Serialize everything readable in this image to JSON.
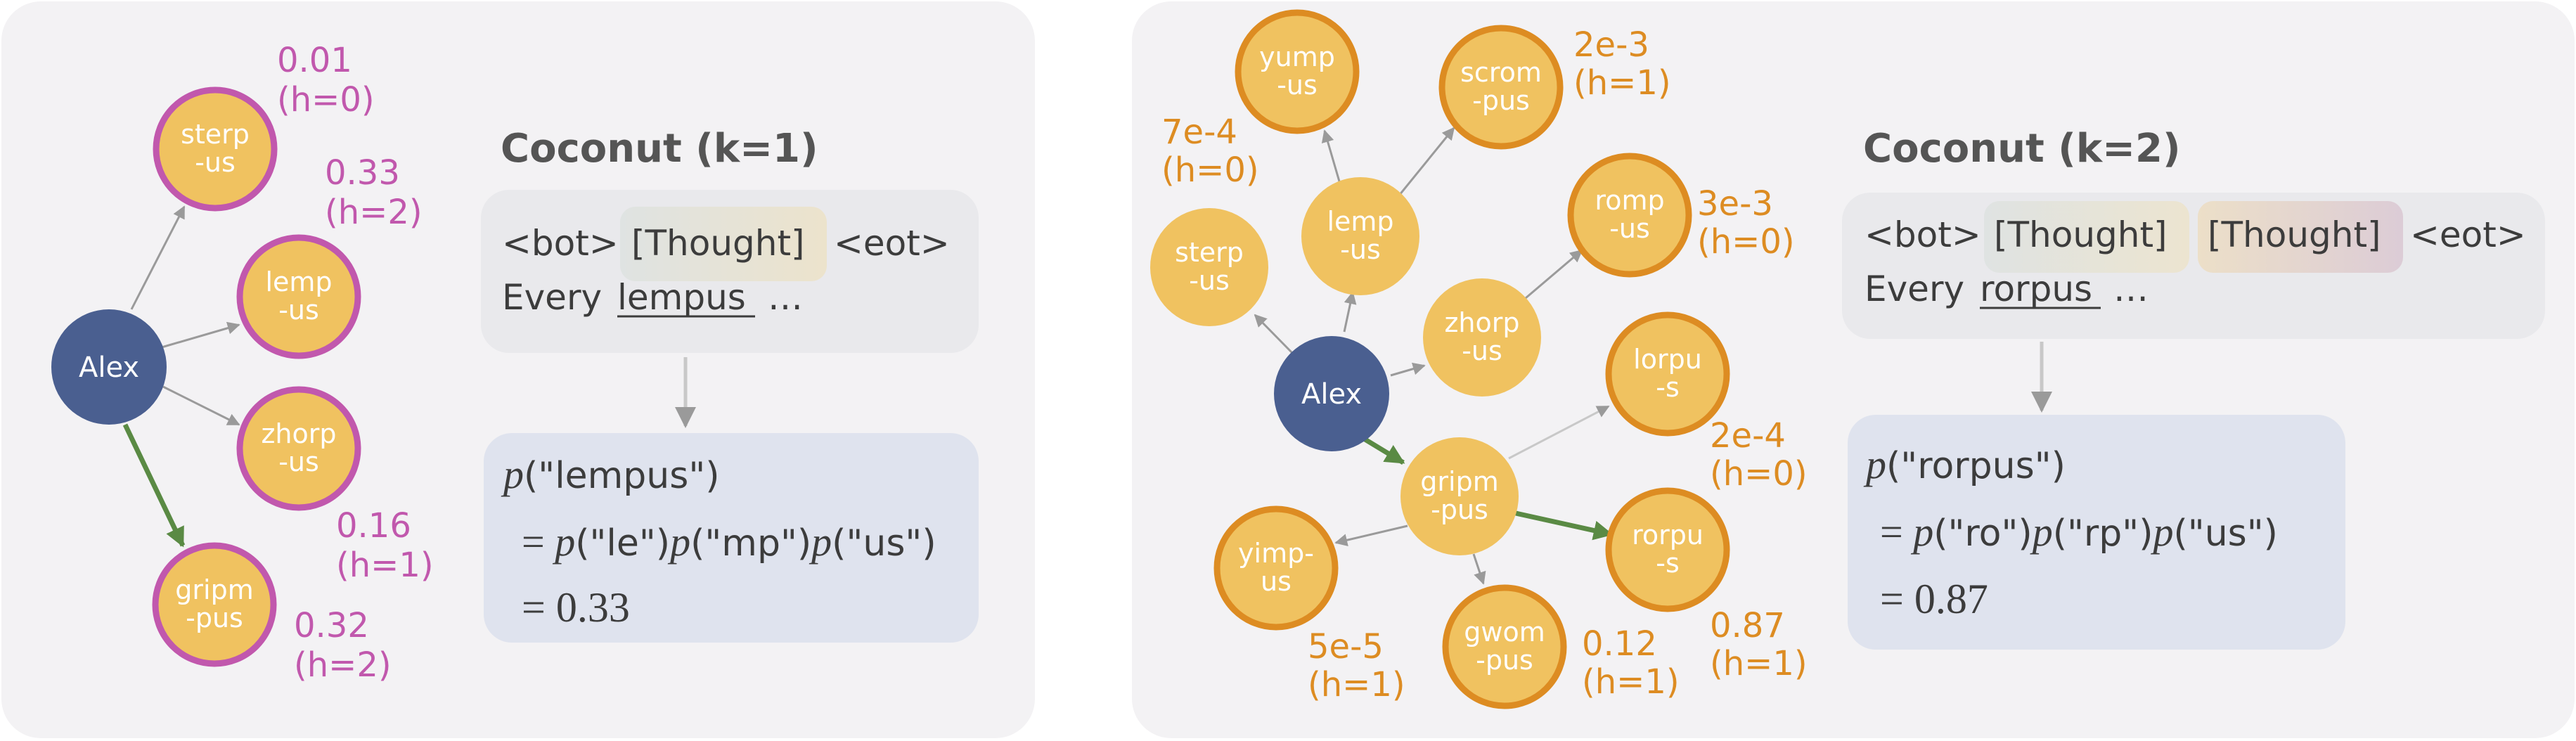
{
  "colors": {
    "panel": "#f3f2f4",
    "box": "#e9e9ec",
    "formula_box": "#dfe3ee",
    "alex": "#4a5f90",
    "node_fill": "#f0c260",
    "left_ring": "#c158ad",
    "right_ring": "#dd8c22",
    "left_label": "#c158ad",
    "right_label": "#dd8c22",
    "edge": "#9a9a9a",
    "green_edge": "#5a8a44",
    "title": "#555555",
    "body_text": "#3c3c3c"
  },
  "left_panel": {
    "root": "Alex",
    "nodes": [
      {
        "id": "sterpus",
        "lines": [
          "sterp",
          "-us"
        ],
        "prob": "0.01",
        "h": "(h=0)"
      },
      {
        "id": "lempus",
        "lines": [
          "lemp",
          "-us"
        ],
        "prob": "0.33",
        "h": "(h=2)"
      },
      {
        "id": "zhorpus",
        "lines": [
          "zhorp",
          "-us"
        ],
        "prob": "0.16",
        "h": "(h=1)"
      },
      {
        "id": "gripmpus",
        "lines": [
          "gripm",
          "-pus"
        ],
        "prob": "0.32",
        "h": "(h=2)"
      }
    ],
    "title": "Coconut (k=1)",
    "prompt": {
      "bot": "<bot>",
      "thoughts": [
        "[Thought]"
      ],
      "eot": "<eot>",
      "prefix": "Every",
      "word": "lempus",
      "ellipsis": "…"
    },
    "formula": {
      "line1_word": "(\"lempus\")",
      "line2_terms": [
        "(\"le\")",
        "(\"mp\")",
        "(\"us\")"
      ],
      "result": "= 0.33"
    }
  },
  "right_panel": {
    "root": "Alex",
    "nodes": [
      {
        "id": "yumpus",
        "lines": [
          "yump",
          "-us"
        ],
        "prob": "",
        "h": ""
      },
      {
        "id": "scrompus",
        "lines": [
          "scrom",
          "-pus"
        ],
        "prob": "2e-3",
        "h": "(h=1)"
      },
      {
        "id": "lempus",
        "lines": [
          "lemp",
          "-us"
        ],
        "prob": "",
        "h": ""
      },
      {
        "id": "sterpus",
        "lines": [
          "sterp",
          "-us"
        ],
        "prob": "7e-4",
        "h": "(h=0)"
      },
      {
        "id": "rompus",
        "lines": [
          "romp",
          "-us"
        ],
        "prob": "3e-3",
        "h": "(h=0)"
      },
      {
        "id": "zhorpus",
        "lines": [
          "zhorp",
          "-us"
        ],
        "prob": "",
        "h": ""
      },
      {
        "id": "lorpus",
        "lines": [
          "lorpu",
          "-s"
        ],
        "prob": "2e-4",
        "h": "(h=0)"
      },
      {
        "id": "gripmpus",
        "lines": [
          "gripm",
          "-pus"
        ],
        "prob": "",
        "h": ""
      },
      {
        "id": "yimpus",
        "lines": [
          "yimp-",
          "us"
        ],
        "prob": "5e-5",
        "h": "(h=1)"
      },
      {
        "id": "rorpus",
        "lines": [
          "rorpu",
          "-s"
        ],
        "prob": "0.87",
        "h": "(h=1)"
      },
      {
        "id": "gwompus",
        "lines": [
          "gwom",
          "-pus"
        ],
        "prob": "0.12",
        "h": "(h=1)"
      }
    ],
    "title": "Coconut (k=2)",
    "prompt": {
      "bot": "<bot>",
      "thoughts": [
        "[Thought]",
        "[Thought]"
      ],
      "eot": "<eot>",
      "prefix": "Every",
      "word": "rorpus",
      "ellipsis": "…"
    },
    "formula": {
      "line1_word": "(\"rorpus\")",
      "line2_terms": [
        "(\"ro\")",
        "(\"rp\")",
        "(\"us\")"
      ],
      "result": "= 0.87"
    }
  }
}
